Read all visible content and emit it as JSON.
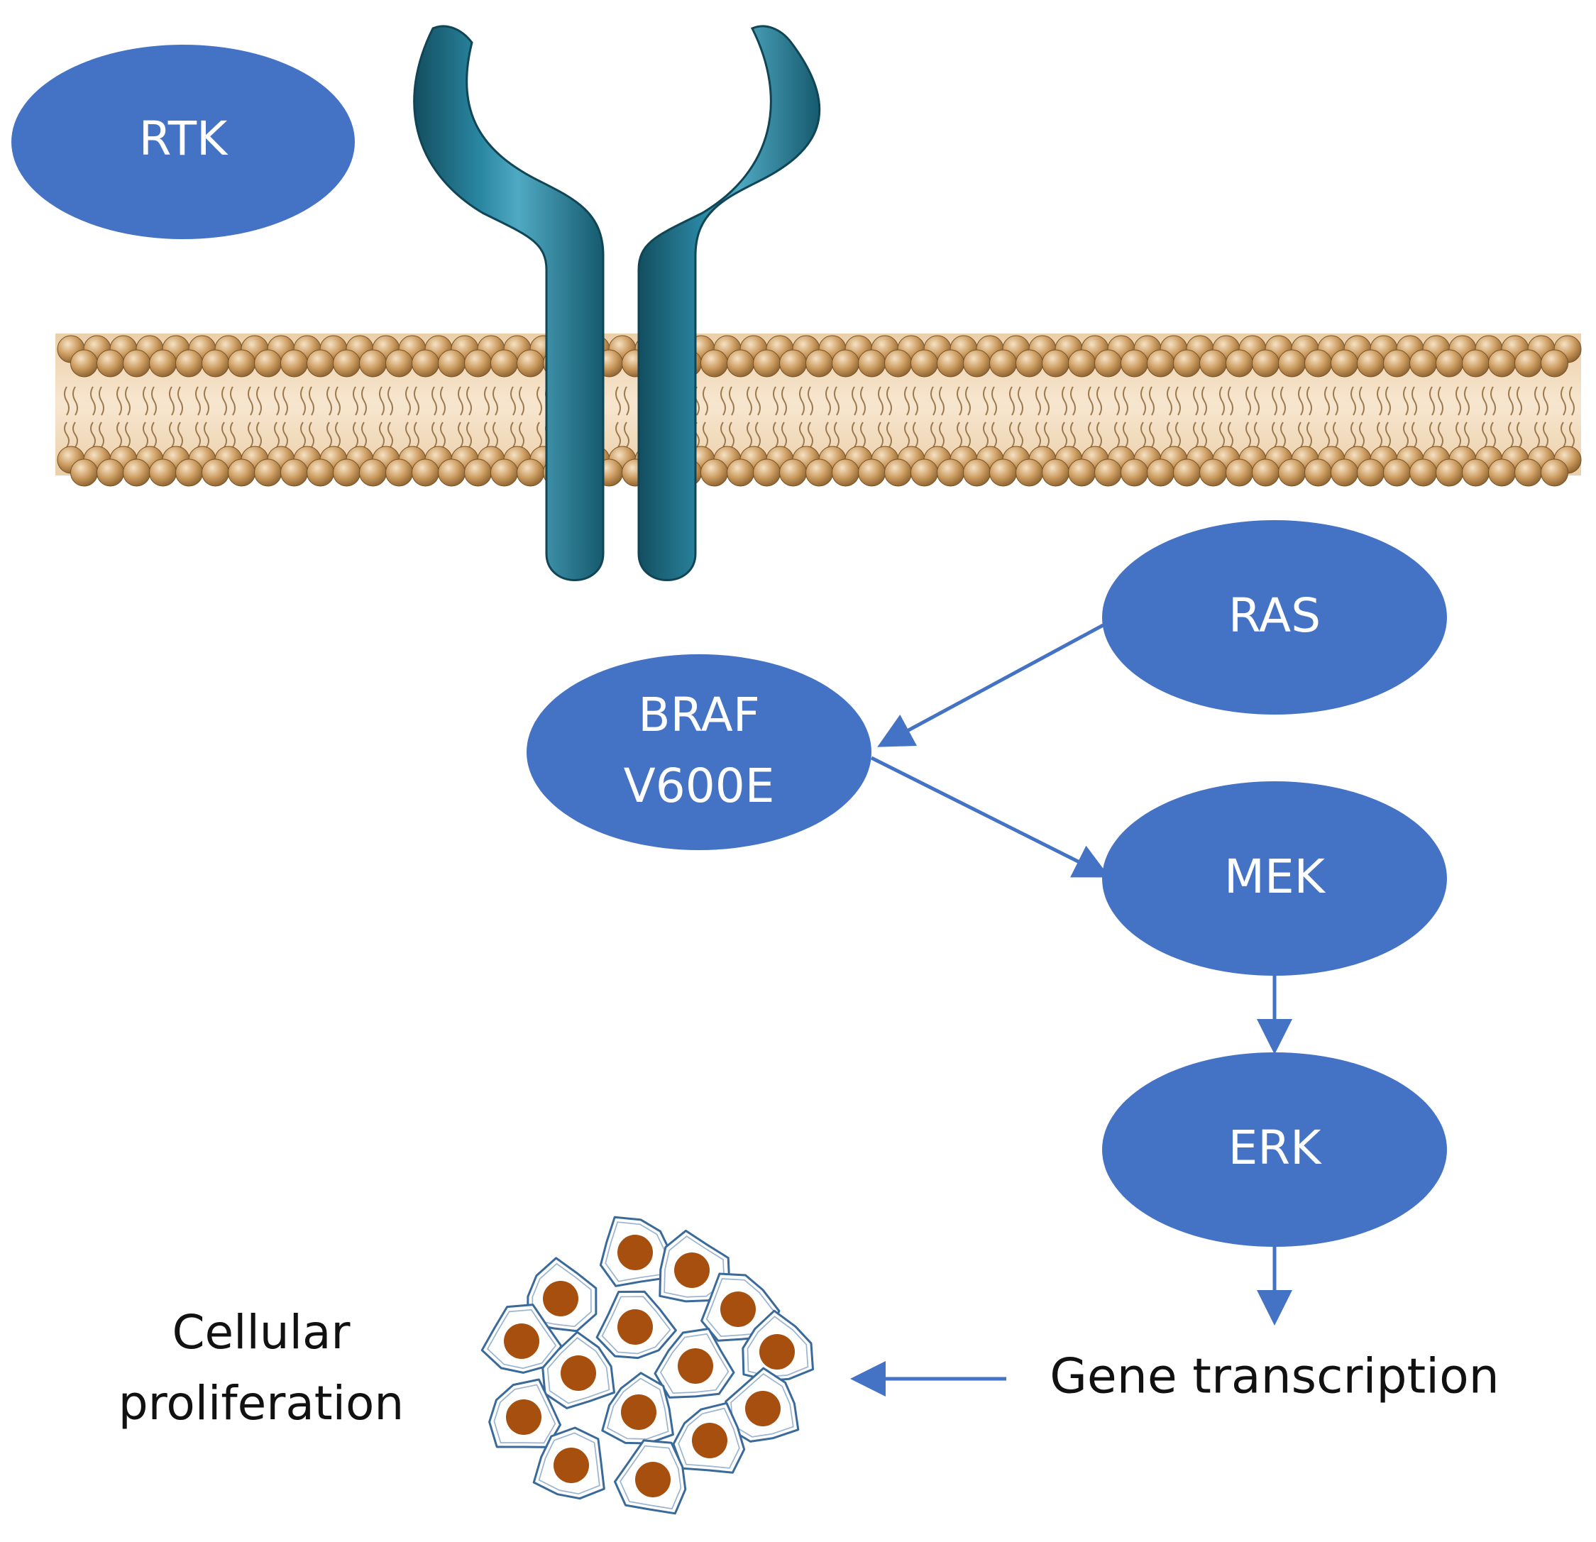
{
  "nodes": {
    "rtk": "RTK",
    "ras": "RAS",
    "braf_line1": "BRAF",
    "braf_line2": "V600E",
    "mek": "MEK",
    "erk": "ERK"
  },
  "labels": {
    "gene_transcription": "Gene transcription",
    "cellular_line1": "Cellular",
    "cellular_line2": "proliferation"
  },
  "colors": {
    "node_fill": "#4472C4",
    "node_text": "#ffffff",
    "arrow": "#4472C4",
    "receptor": "#1F6E86",
    "membrane_head": "#C89A5E",
    "membrane_core": "#F3DDBF",
    "cell_outline": "#3A6A9A",
    "nucleus": "#A64F0E"
  }
}
